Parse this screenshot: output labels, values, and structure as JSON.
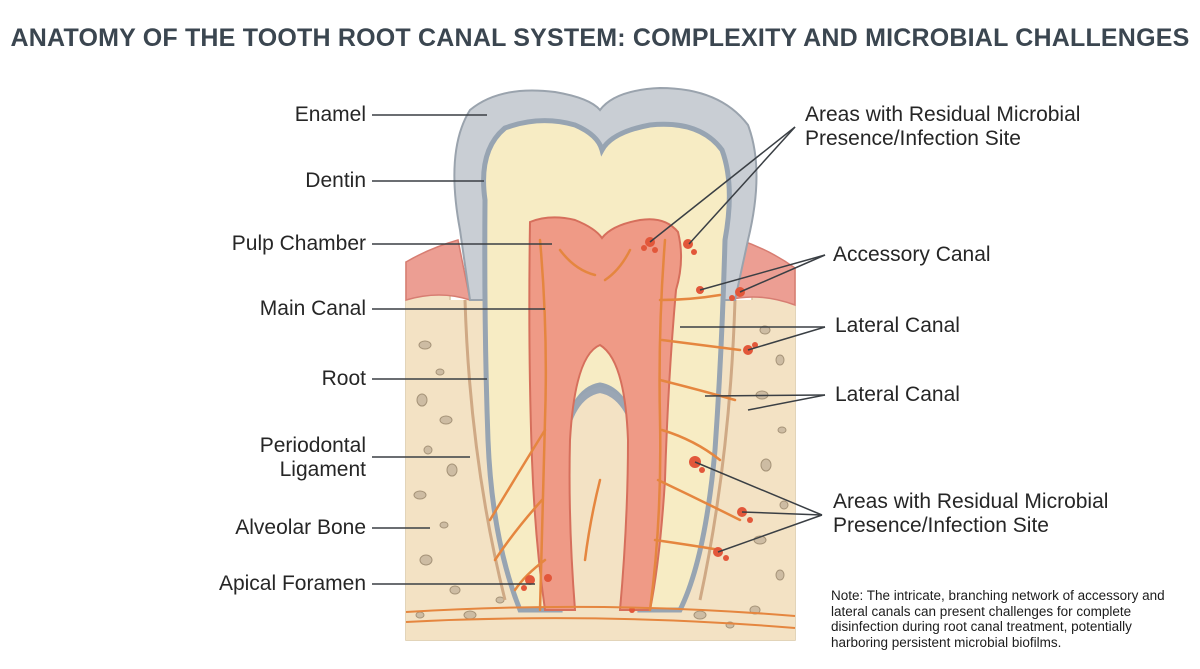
{
  "title": "ANATOMY OF THE TOOTH ROOT CANAL SYSTEM: COMPLEXITY AND MICROBIAL CHALLENGES",
  "labels_left": {
    "enamel": "Enamel",
    "dentin": "Dentin",
    "pulp_chamber": "Pulp Chamber",
    "main_canal": "Main Canal",
    "root": "Root",
    "periodontal_1": "Periodontal",
    "periodontal_2": "Ligament",
    "alveolar_bone": "Alveolar Bone",
    "apical_foramen": "Apical Foramen"
  },
  "labels_right": {
    "microbial_top_1": "Areas with Residual Microbial",
    "microbial_top_2": "Presence/Infection Site",
    "accessory_canal": "Accessory Canal",
    "lateral_canal_1": "Lateral Canal",
    "lateral_canal_2": "Lateral Canal",
    "microbial_bottom_1": "Areas with Residual Microbial",
    "microbial_bottom_2": "Presence/Infection Site"
  },
  "note": "Note: The intricate, branching network of accessory and lateral canals can present challenges for complete disinfection during root canal treatment, potentially harboring persistent microbial biofilms.",
  "colors": {
    "enamel": "#c9ced4",
    "dentin": "#f7ecc4",
    "pulp": "#ef9a86",
    "gum": "#ec9e93",
    "bone": "#f3e2c4",
    "bone_spot": "#cdbca3",
    "canal": "#e5863f",
    "infection": "#e2573a",
    "leader": "#3a3f44"
  }
}
